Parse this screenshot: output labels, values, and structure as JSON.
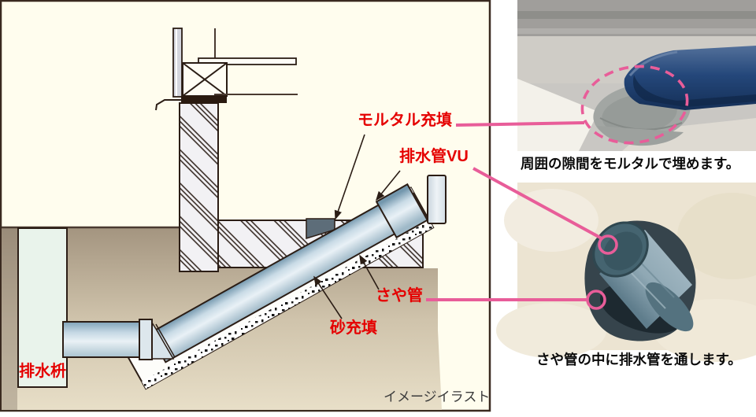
{
  "diagram": {
    "labels": {
      "mortar_fill": "モルタル充填",
      "drain_pipe_vu": "排水管VU",
      "sleeve_pipe": "さや管",
      "sand_fill": "砂充填",
      "drain_basin": "排水枡"
    },
    "footnote": "イメージイラスト"
  },
  "photos": {
    "top": {
      "caption": "周囲の隙間をモルタルで埋めます。"
    },
    "bottom": {
      "caption": "さや管の中に排水管を通します。"
    }
  },
  "colors": {
    "label_red": "#e50000",
    "annotation_pink": "#e85d99",
    "diagram_background": "#fffdee",
    "diagram_border": "#3a2a20",
    "soil_tan": "#a89a84",
    "pipe_blue_light": "#dfeaf1",
    "pipe_blue_dark": "#7397ad",
    "photo_pipe_navy": "#1c3a66",
    "concrete_gray": "#f2f1f4",
    "mortar_gray": "#5d6d79"
  }
}
